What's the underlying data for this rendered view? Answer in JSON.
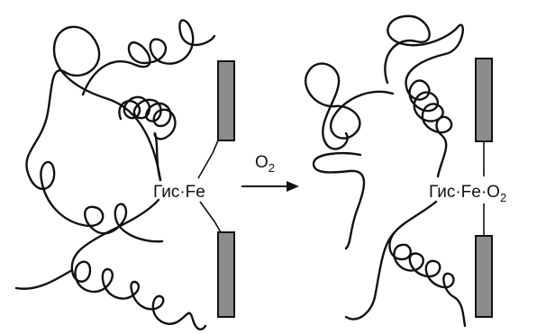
{
  "left_complex": {
    "label_base": "Гис·Fe",
    "label_sub": ""
  },
  "reaction": {
    "reagent_base": "O",
    "reagent_sub": "2"
  },
  "right_complex": {
    "label_base": "Гис·Fe·O",
    "label_sub": "2"
  },
  "colors": {
    "line": "#111111",
    "plate_fill": "#8c8c8c",
    "background": "#ffffff"
  }
}
